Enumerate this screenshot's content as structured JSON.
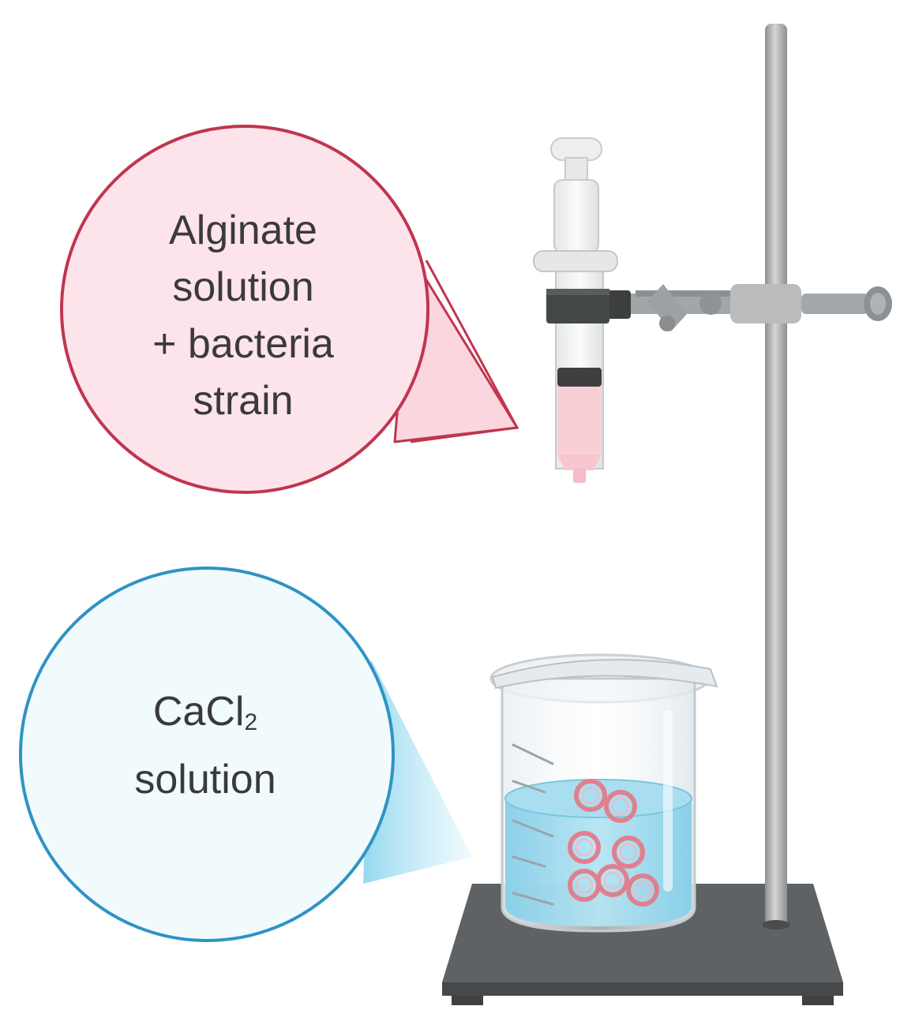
{
  "labels": {
    "alginate": {
      "lines": [
        "Alginate",
        "solution",
        "+ bacteria",
        "strain"
      ]
    },
    "cacl2": {
      "formula_main": "CaCl",
      "formula_sub": "2",
      "line2": "solution"
    }
  },
  "colors": {
    "alginate_circle_stroke": "#c0354f",
    "alginate_circle_fill": "#fde4ea",
    "cacl2_circle_stroke": "#2f93c4",
    "cacl2_circle_fill": "#f1fbfe",
    "solution_blue": "#8fd3ea",
    "syringe_liquid": "#f9cfd6",
    "bead_red": "#e0808f",
    "stand_base": "#5f6264",
    "stand_rod": "#a9abad"
  },
  "icons": {
    "syringe": "syringe-icon",
    "beaker": "beaker-icon",
    "stand": "ring-stand-icon",
    "clamp": "clamp-icon",
    "beads": "alginate-bead-icon"
  }
}
